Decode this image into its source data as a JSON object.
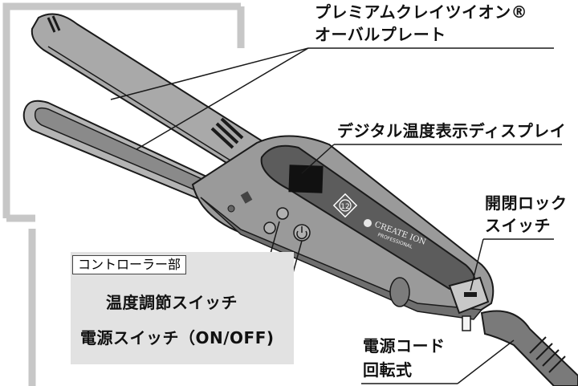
{
  "labels": {
    "plate_line1": "プレミアムクレイツイオン®",
    "plate_line2": "オーバルプレート",
    "display": "デジタル温度表示ディスプレイ",
    "lock_line1": "開閉ロック",
    "lock_line2": "スイッチ",
    "controller": "コントローラー部",
    "temp_switch": "温度調節スイッチ",
    "power_switch": "電源スイッチ（ON/OFF)",
    "cord_line1": "電源コード",
    "cord_line2": "回転式"
  },
  "brand": {
    "logo_line1": "CREATE ION",
    "logo_line2": "PROFESSIONAL",
    "badge_number": "12"
  },
  "colors": {
    "body": "#9a9a9a",
    "body_dark": "#6f6f6f",
    "display_panel": "#5c5c5c",
    "frame": "#c7c7c7",
    "controller_box": "#e2e2e2",
    "text": "#111111"
  }
}
